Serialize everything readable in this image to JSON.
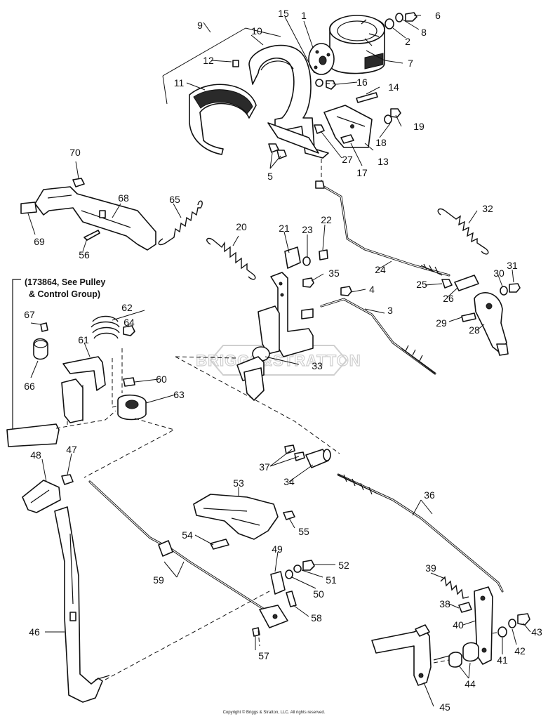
{
  "callouts": [
    {
      "id": "1",
      "text": "1"
    },
    {
      "id": "2",
      "text": "2"
    },
    {
      "id": "3",
      "text": "3"
    },
    {
      "id": "4",
      "text": "4"
    },
    {
      "id": "5",
      "text": "5"
    },
    {
      "id": "6",
      "text": "6"
    },
    {
      "id": "7",
      "text": "7"
    },
    {
      "id": "8",
      "text": "8"
    },
    {
      "id": "9",
      "text": "9"
    },
    {
      "id": "10",
      "text": "10"
    },
    {
      "id": "11",
      "text": "11"
    },
    {
      "id": "12",
      "text": "12"
    },
    {
      "id": "13",
      "text": "13"
    },
    {
      "id": "14",
      "text": "14"
    },
    {
      "id": "15",
      "text": "15"
    },
    {
      "id": "16",
      "text": "16"
    },
    {
      "id": "17",
      "text": "17"
    },
    {
      "id": "18",
      "text": "18"
    },
    {
      "id": "19",
      "text": "19"
    },
    {
      "id": "20",
      "text": "20"
    },
    {
      "id": "21",
      "text": "21"
    },
    {
      "id": "22",
      "text": "22"
    },
    {
      "id": "23",
      "text": "23"
    },
    {
      "id": "24",
      "text": "24"
    },
    {
      "id": "25",
      "text": "25"
    },
    {
      "id": "26",
      "text": "26"
    },
    {
      "id": "27",
      "text": "27"
    },
    {
      "id": "28",
      "text": "28"
    },
    {
      "id": "29",
      "text": "29"
    },
    {
      "id": "30",
      "text": "30"
    },
    {
      "id": "31",
      "text": "31"
    },
    {
      "id": "32",
      "text": "32"
    },
    {
      "id": "33",
      "text": "33"
    },
    {
      "id": "34",
      "text": "34"
    },
    {
      "id": "35",
      "text": "35"
    },
    {
      "id": "36",
      "text": "36"
    },
    {
      "id": "37",
      "text": "37"
    },
    {
      "id": "38",
      "text": "38"
    },
    {
      "id": "39",
      "text": "39"
    },
    {
      "id": "40",
      "text": "40"
    },
    {
      "id": "41",
      "text": "41"
    },
    {
      "id": "42",
      "text": "42"
    },
    {
      "id": "43",
      "text": "43"
    },
    {
      "id": "44",
      "text": "44"
    },
    {
      "id": "45",
      "text": "45"
    },
    {
      "id": "46",
      "text": "46"
    },
    {
      "id": "47",
      "text": "47"
    },
    {
      "id": "48",
      "text": "48"
    },
    {
      "id": "49",
      "text": "49"
    },
    {
      "id": "50",
      "text": "50"
    },
    {
      "id": "51",
      "text": "51"
    },
    {
      "id": "52",
      "text": "52"
    },
    {
      "id": "53",
      "text": "53"
    },
    {
      "id": "54",
      "text": "54"
    },
    {
      "id": "55",
      "text": "55"
    },
    {
      "id": "56",
      "text": "56"
    },
    {
      "id": "57",
      "text": "57"
    },
    {
      "id": "58",
      "text": "58"
    },
    {
      "id": "59",
      "text": "59"
    },
    {
      "id": "60",
      "text": "60"
    },
    {
      "id": "61",
      "text": "61"
    },
    {
      "id": "62",
      "text": "62"
    },
    {
      "id": "63",
      "text": "63"
    },
    {
      "id": "64",
      "text": "64"
    },
    {
      "id": "65",
      "text": "65"
    },
    {
      "id": "66",
      "text": "66"
    },
    {
      "id": "67",
      "text": "67"
    },
    {
      "id": "68",
      "text": "68"
    },
    {
      "id": "69",
      "text": "69"
    },
    {
      "id": "70",
      "text": "70"
    }
  ],
  "reference_note": {
    "line1": "(173864, See Pulley",
    "line2": "& Control Group)"
  },
  "watermark": "BRIGGS&STRATTON",
  "copyright": "Copyright © Briggs & Stratton, LLC. All rights reserved."
}
